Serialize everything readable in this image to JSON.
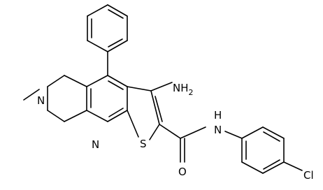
{
  "molecule": {
    "atoms": {
      "nh2": "NH",
      "nh2_sub": "2",
      "n_methyl": "N",
      "n_pyridine": "N",
      "s_thiophene": "S",
      "o_amide": "O",
      "nh_amide": "H",
      "nh_amide_n": "N",
      "cl": "Cl"
    }
  },
  "colors": {
    "bond": "#000000",
    "text": "#000000",
    "background": "#ffffff"
  }
}
